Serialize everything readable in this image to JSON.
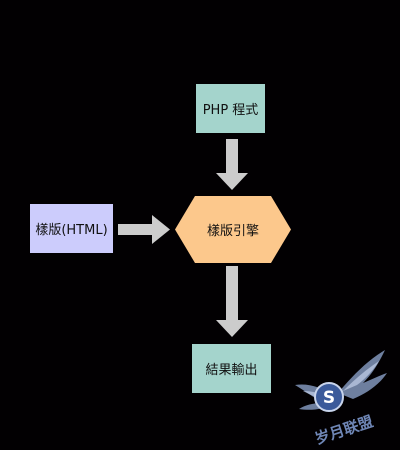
{
  "diagram": {
    "nodes": {
      "php": "PHP 程式",
      "template": "樣版(HTML)",
      "engine": "樣版引擎",
      "output": "結果輸出"
    },
    "colors": {
      "background": "#020002",
      "teal_box": "#a4d4cc",
      "lavender_box": "#ccccfc",
      "engine_hexagon": "#fcc88c",
      "arrow": "#cccccc"
    },
    "edges": [
      {
        "from": "php",
        "to": "engine"
      },
      {
        "from": "template",
        "to": "engine"
      },
      {
        "from": "engine",
        "to": "output"
      }
    ]
  },
  "watermark": {
    "logo_text": "岁月联盟",
    "icon": "winged-s-logo"
  }
}
